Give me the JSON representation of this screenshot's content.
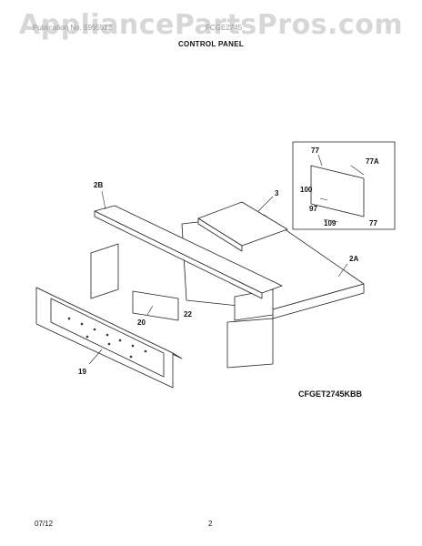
{
  "watermark": "AppliancePartsPros.com",
  "header": {
    "left_text": "Publication No. 5995512",
    "mid_text": "FCGE2745",
    "section_title": "CONTROL PANEL"
  },
  "callouts": [
    "2B",
    "3",
    "2A",
    "20",
    "22",
    "19",
    "77",
    "77A",
    "100",
    "97",
    "109",
    "77"
  ],
  "model_number": "CFGET2745KBB",
  "footer": {
    "date": "07/12",
    "page": "2"
  }
}
